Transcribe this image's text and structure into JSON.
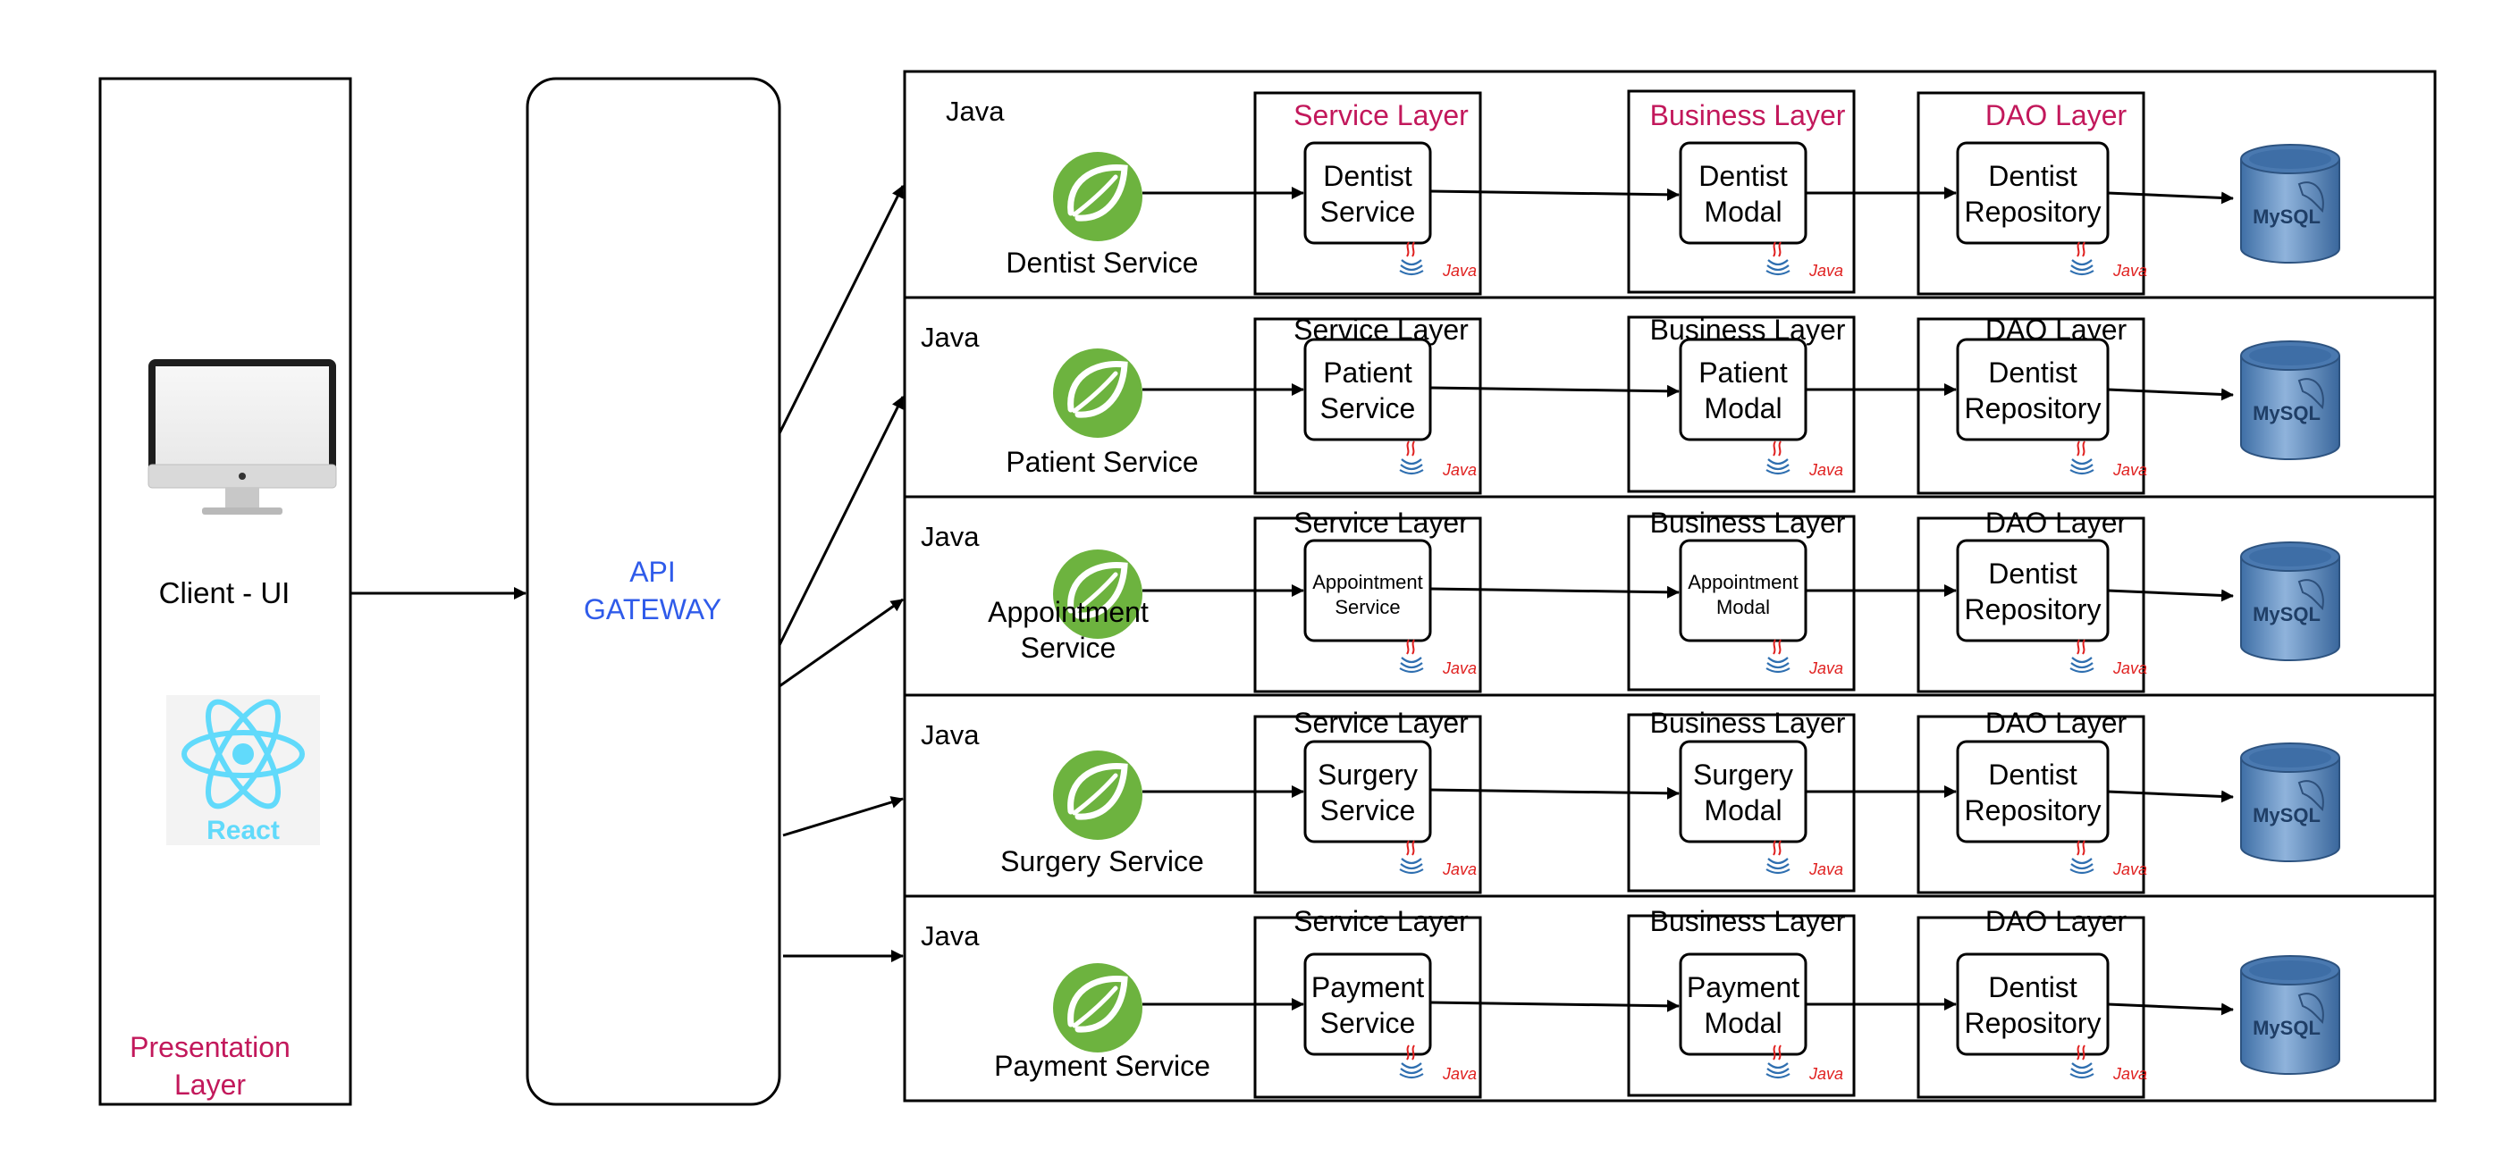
{
  "presentation": {
    "client_label": "Client - UI",
    "react_label": "React",
    "layer_label_line1": "Presentation",
    "layer_label_line2": "Layer"
  },
  "gateway": {
    "line1": "API",
    "line2": "GATEWAY"
  },
  "colors": {
    "accent": "#C2185B",
    "gateway_text": "#2F5BEA",
    "spring_green": "#6DB33F",
    "java_red": "#E0201F",
    "react_blue": "#61DAFB",
    "db_blue": "#5B86B8"
  },
  "rows": [
    {
      "lang": "Java",
      "service_name": "Dentist Service",
      "layer_service": "Service Layer",
      "service_box": "Dentist\nService",
      "layer_business": "Business Layer",
      "business_box": "Dentist\nModal",
      "layer_dao": "DAO Layer",
      "dao_box": "Dentist\nRepository",
      "java_tag": "Java",
      "db_label": "MySQL"
    },
    {
      "lang": "Java",
      "service_name": "Patient Service",
      "layer_service": "Service Layer",
      "service_box": "Patient\nService",
      "layer_business": "Business Layer",
      "business_box": "Patient\nModal",
      "layer_dao": "DAO Layer",
      "dao_box": "Dentist\nRepository",
      "java_tag": "Java",
      "db_label": "MySQL"
    },
    {
      "lang": "Java",
      "service_name": "Appointment\nService",
      "layer_service": "Service Layer",
      "service_box": "Appointment\nService",
      "layer_business": "Business Layer",
      "business_box": "Appointment\nModal",
      "layer_dao": "DAO Layer",
      "dao_box": "Dentist\nRepository",
      "java_tag": "Java",
      "db_label": "MySQL"
    },
    {
      "lang": "Java",
      "service_name": "Surgery Service",
      "layer_service": "Service Layer",
      "service_box": "Surgery\nService",
      "layer_business": "Business Layer",
      "business_box": "Surgery\nModal",
      "layer_dao": "DAO Layer",
      "dao_box": "Dentist\nRepository",
      "java_tag": "Java",
      "db_label": "MySQL"
    },
    {
      "lang": "Java",
      "service_name": "Payment Service",
      "layer_service": "Service Layer",
      "service_box": "Payment\nService",
      "layer_business": "Business Layer",
      "business_box": "Payment\nModal",
      "layer_dao": "DAO Layer",
      "dao_box": "Dentist\nRepository",
      "java_tag": "Java",
      "db_label": "MySQL"
    }
  ]
}
